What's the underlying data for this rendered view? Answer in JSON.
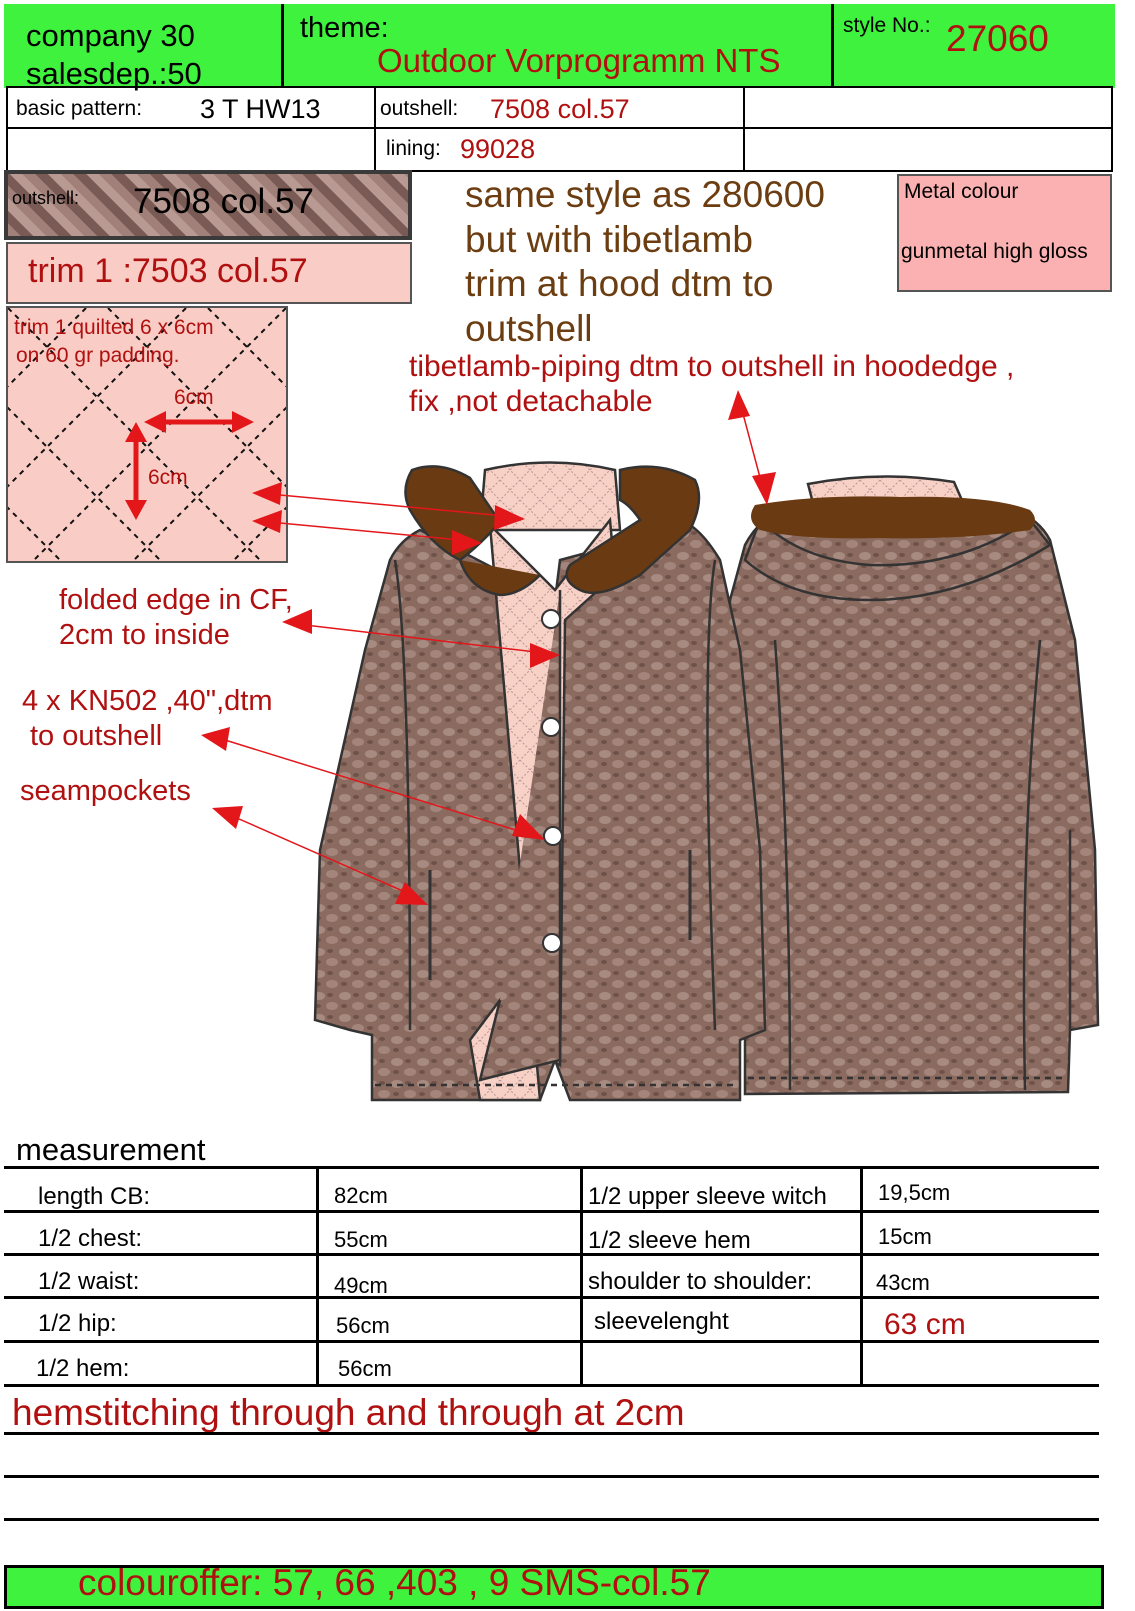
{
  "header": {
    "company": "company 30",
    "salesdep": "salesdep.:50",
    "theme_label": "theme:",
    "theme_value": "Outdoor Vorprogramm NTS",
    "style_label": "style No.:",
    "style_value": "27060"
  },
  "info": {
    "basic_pattern_label": "basic pattern:",
    "basic_pattern_value": "3 T HW13",
    "outshell_label": "outshell:",
    "outshell_value": "7508 col.57",
    "lining_label": "lining:",
    "lining_value": "99028"
  },
  "swatch": {
    "label": "outshell:",
    "value": "7508 col.57"
  },
  "trim": {
    "label": "trim 1 :7503 col.57",
    "quilt_line1": "trim 1 quilted 6 x 6cm",
    "quilt_line2": "on 60 gr padding.",
    "dim1": "6cm",
    "dim2": "6cm"
  },
  "description": {
    "line1": "same style as 280600",
    "line2": "but with tibetlamb",
    "line3": "trim at hood dtm to",
    "line4": "outshell"
  },
  "metal": {
    "line1": "Metal colour",
    "line2": "gunmetal high gloss"
  },
  "annotations": {
    "piping_line1": "tibetlamb-piping dtm to outshell in hoodedge ,",
    "piping_line2": "fix ,not detachable",
    "folded_line1": "folded edge in CF,",
    "folded_line2": "2cm to inside",
    "buttons_line1": "4 x KN502 ,40\",dtm",
    "buttons_line2": "to outshell",
    "pockets": "seampockets"
  },
  "measurement": {
    "title": "measurement",
    "rows": [
      {
        "l1": "length CB:",
        "v1": "82cm",
        "l2": "1/2  upper sleeve witch",
        "v2": "19,5cm"
      },
      {
        "l1": "1/2  chest:",
        "v1": "55cm",
        "l2": "1/2  sleeve hem",
        "v2": "15cm"
      },
      {
        "l1": "1/2  waist:",
        "v1": "49cm",
        "l2": "shoulder to shoulder:",
        "v2": "43cm"
      },
      {
        "l1": "1/2  hip:",
        "v1": "56cm",
        "l2": "sleevelenght",
        "v2": "63 cm"
      },
      {
        "l1": "1/2  hem:",
        "v1": "56cm",
        "l2": "",
        "v2": ""
      }
    ]
  },
  "notes": {
    "hemstitching": "hemstitching through and through at 2cm"
  },
  "footer": {
    "colouroffer": "colouroffer: 57, 66 ,403 , 9  SMS-col.57"
  },
  "colors": {
    "header_green": "#3ef23e",
    "annotation_red": "#b01010",
    "description_brown": "#6b3d10",
    "trim_pink": "#f9cdc5",
    "fabric_brown": "#8c6d62",
    "fur_brown": "#6a3a12"
  }
}
